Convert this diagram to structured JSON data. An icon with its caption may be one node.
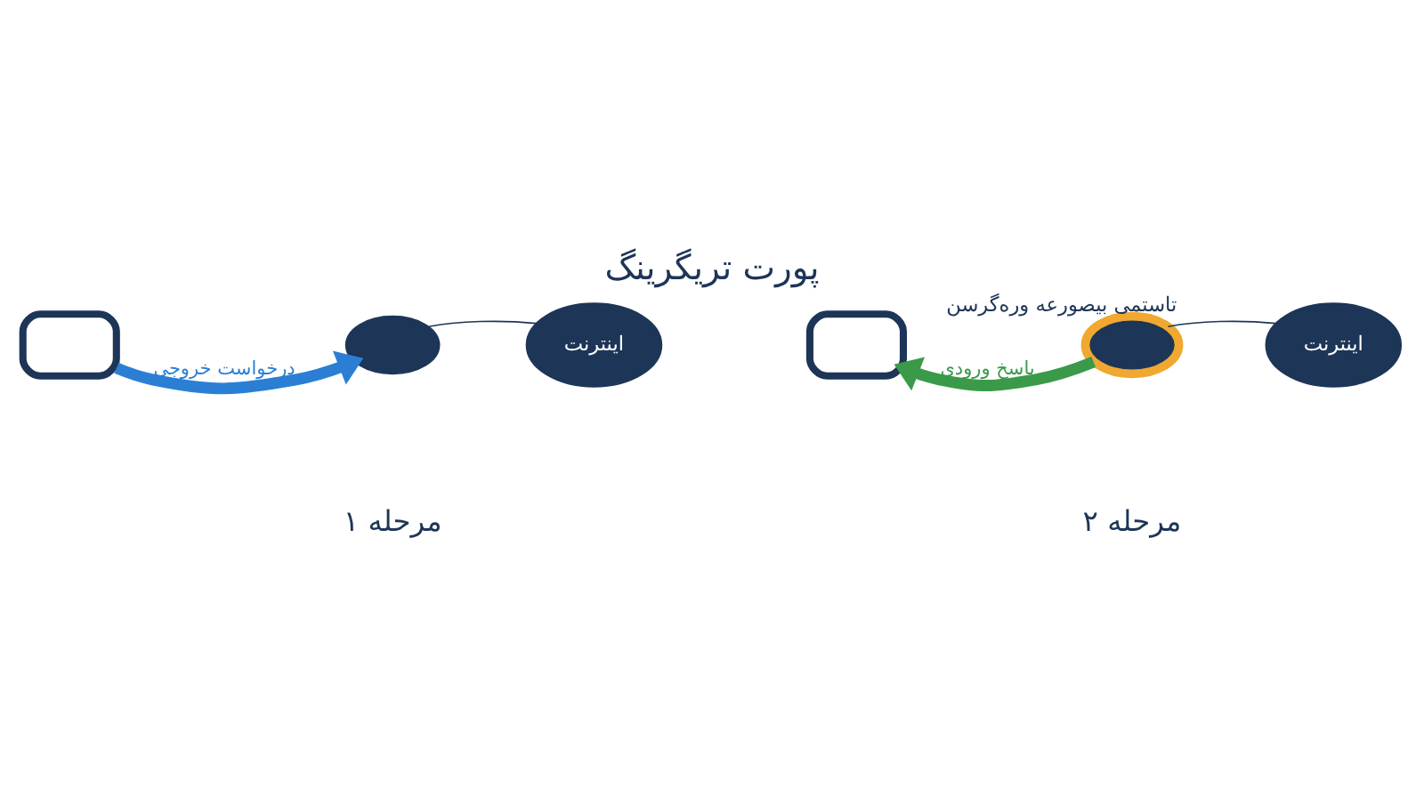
{
  "diagram": {
    "title": "پورت تریگرینگ",
    "nodes": [
      {
        "text": [],
        "shape": "laptop"
      },
      {
        "text": [],
        "shape": "router"
      },
      {
        "text": [
          "اینترنت"
        ]
      },
      {
        "text": [],
        "shape": "laptop"
      },
      {
        "text": [],
        "shape": "router",
        "beside": [
          "تاستمی بیصورعه وره‌گرسن"
        ]
      },
      {
        "text": [
          "اینترنت"
        ]
      }
    ],
    "edges": [
      {
        "from": 0,
        "to": 1,
        "arrow": "to",
        "label": "درخواست خروجی",
        "style": "thick",
        "color": "#2a7fd4"
      },
      {
        "from": 1,
        "to": 2,
        "arrow": "none"
      },
      {
        "from": 4,
        "to": 3,
        "arrow": "to",
        "label": "پاسخ ورودی",
        "style": "thick",
        "color": "#3a9a4a"
      },
      {
        "from": 4,
        "to": 5,
        "arrow": "none"
      }
    ],
    "labels": [
      "مرحله ۱",
      "مرحله ۲"
    ]
  }
}
